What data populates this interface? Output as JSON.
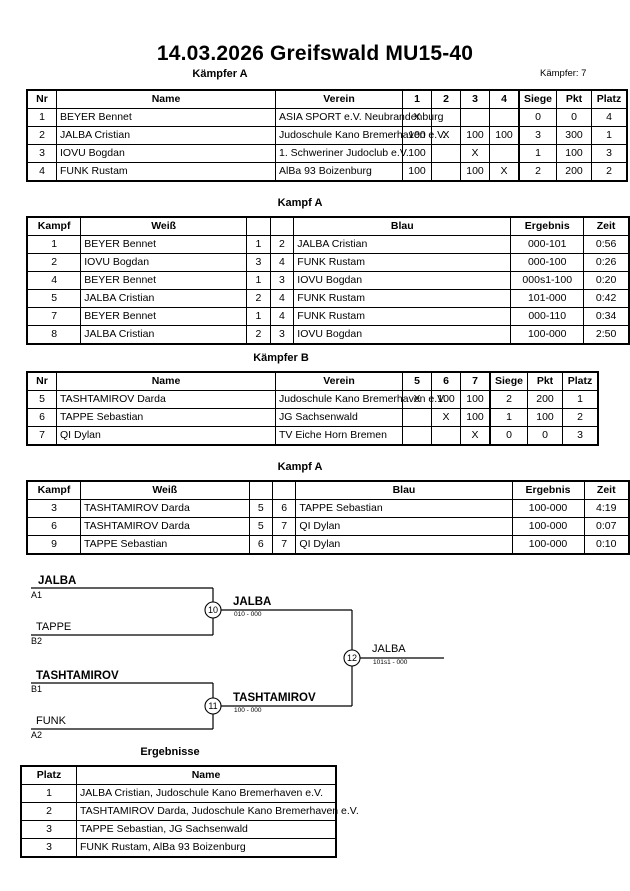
{
  "header": {
    "title": "14.03.2026  Greifswald   MU15-40",
    "pool_a_caption": "Kämpfer A",
    "fighter_count": "Kämpfer: 7"
  },
  "pool_columns": [
    "Nr",
    "Name",
    "Verein",
    "Siege",
    "Pkt",
    "Platz"
  ],
  "pool_a": {
    "caption": "Kämpfer A",
    "score_headers": [
      "1",
      "2",
      "3",
      "4"
    ],
    "rows": [
      {
        "nr": "1",
        "name": "BEYER Bennet",
        "verein": "ASIA SPORT e.V. Neubrandenburg",
        "scores": [
          "X",
          "",
          "",
          ""
        ],
        "siege": "0",
        "pkt": "0",
        "platz": "4"
      },
      {
        "nr": "2",
        "name": "JALBA Cristian",
        "verein": "Judoschule Kano Bremerhaven e.V.",
        "scores": [
          "100",
          "X",
          "100",
          "100"
        ],
        "siege": "3",
        "pkt": "300",
        "platz": "1"
      },
      {
        "nr": "3",
        "name": "IOVU Bogdan",
        "verein": "1. Schweriner Judoclub e.V.",
        "scores": [
          "100",
          "",
          "X",
          ""
        ],
        "siege": "1",
        "pkt": "100",
        "platz": "3"
      },
      {
        "nr": "4",
        "name": "FUNK Rustam",
        "verein": "AlBa 93 Boizenburg",
        "scores": [
          "100",
          "",
          "100",
          "X"
        ],
        "siege": "2",
        "pkt": "200",
        "platz": "2"
      }
    ]
  },
  "pool_b": {
    "caption": "Kämpfer B",
    "score_headers": [
      "5",
      "6",
      "7"
    ],
    "rows": [
      {
        "nr": "5",
        "name": "TASHTAMIROV Darda",
        "verein": "Judoschule Kano Bremerhaven e.V.",
        "scores": [
          "X",
          "100",
          "100"
        ],
        "siege": "2",
        "pkt": "200",
        "platz": "1"
      },
      {
        "nr": "6",
        "name": "TAPPE Sebastian",
        "verein": "JG Sachsenwald",
        "scores": [
          "",
          "X",
          "100"
        ],
        "siege": "1",
        "pkt": "100",
        "platz": "2"
      },
      {
        "nr": "7",
        "name": "QI Dylan",
        "verein": "TV Eiche Horn Bremen",
        "scores": [
          "",
          "",
          "X"
        ],
        "siege": "0",
        "pkt": "0",
        "platz": "3"
      }
    ]
  },
  "kampf_columns": [
    "Kampf",
    "Weiß",
    "Blau",
    "Ergebnis",
    "Zeit"
  ],
  "kampf_a": {
    "caption": "Kampf A",
    "rows": [
      {
        "kampf": "1",
        "weiss": "BEYER Bennet",
        "weiss_bold": false,
        "n1": "1",
        "n2": "2",
        "blau": "JALBA Cristian",
        "blau_bold": true,
        "ergebnis": "000-101",
        "zeit": "0:56"
      },
      {
        "kampf": "2",
        "weiss": "IOVU Bogdan",
        "weiss_bold": false,
        "n1": "3",
        "n2": "4",
        "blau": "FUNK Rustam",
        "blau_bold": true,
        "ergebnis": "000-100",
        "zeit": "0:26"
      },
      {
        "kampf": "4",
        "weiss": "BEYER Bennet",
        "weiss_bold": false,
        "n1": "1",
        "n2": "3",
        "blau": "IOVU Bogdan",
        "blau_bold": true,
        "ergebnis": "000s1-100",
        "zeit": "0:20"
      },
      {
        "kampf": "5",
        "weiss": "JALBA Cristian",
        "weiss_bold": true,
        "n1": "2",
        "n2": "4",
        "blau": "FUNK Rustam",
        "blau_bold": false,
        "ergebnis": "101-000",
        "zeit": "0:42"
      },
      {
        "kampf": "7",
        "weiss": "BEYER Bennet",
        "weiss_bold": false,
        "n1": "1",
        "n2": "4",
        "blau": "FUNK Rustam",
        "blau_bold": true,
        "ergebnis": "000-110",
        "zeit": "0:34"
      },
      {
        "kampf": "8",
        "weiss": "JALBA Cristian",
        "weiss_bold": true,
        "n1": "2",
        "n2": "3",
        "blau": "IOVU Bogdan",
        "blau_bold": false,
        "ergebnis": "100-000",
        "zeit": "2:50"
      }
    ]
  },
  "kampf_b": {
    "caption": "Kampf A",
    "rows": [
      {
        "kampf": "3",
        "weiss": "TASHTAMIROV Darda",
        "weiss_bold": true,
        "n1": "5",
        "n2": "6",
        "blau": "TAPPE Sebastian",
        "blau_bold": false,
        "ergebnis": "100-000",
        "zeit": "4:19"
      },
      {
        "kampf": "6",
        "weiss": "TASHTAMIROV Darda",
        "weiss_bold": true,
        "n1": "5",
        "n2": "7",
        "blau": "QI Dylan",
        "blau_bold": false,
        "ergebnis": "100-000",
        "zeit": "0:07"
      },
      {
        "kampf": "9",
        "weiss": "TAPPE Sebastian",
        "weiss_bold": true,
        "n1": "6",
        "n2": "7",
        "blau": "QI Dylan",
        "blau_bold": false,
        "ergebnis": "100-000",
        "zeit": "0:10"
      }
    ]
  },
  "bracket": {
    "entrants": [
      {
        "name": "JALBA",
        "seed": "A1"
      },
      {
        "name": "TAPPE",
        "seed": "B2"
      },
      {
        "name": "TASHTAMIROV",
        "seed": "B1"
      },
      {
        "name": "FUNK",
        "seed": "A2"
      }
    ],
    "semifinals": [
      {
        "num": "10",
        "winner": "JALBA",
        "score": "010 - 000"
      },
      {
        "num": "11",
        "winner": "TASHTAMIROV",
        "score": "100 - 000"
      }
    ],
    "final": {
      "num": "12",
      "winner": "JALBA",
      "score": "101s1 - 000"
    }
  },
  "results": {
    "caption": "Ergebnisse",
    "columns": [
      "Platz",
      "Name"
    ],
    "rows": [
      {
        "platz": "1",
        "name": "JALBA Cristian, Judoschule Kano Bremerhaven e.V."
      },
      {
        "platz": "2",
        "name": "TASHTAMIROV Darda, Judoschule Kano Bremerhaven e.V."
      },
      {
        "platz": "3",
        "name": "TAPPE Sebastian, JG Sachsenwald"
      },
      {
        "platz": "3",
        "name": "FUNK Rustam, AlBa 93 Boizenburg"
      }
    ]
  }
}
